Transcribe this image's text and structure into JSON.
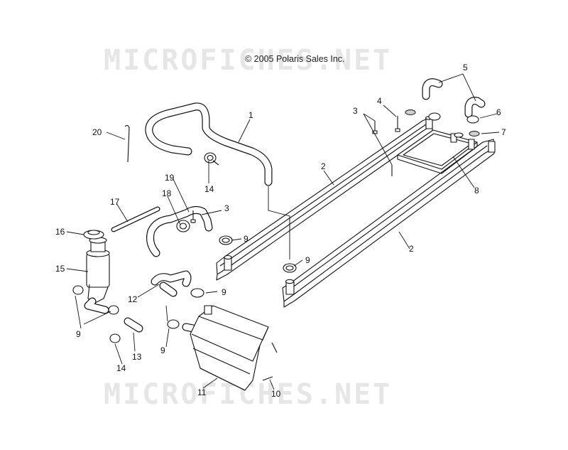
{
  "copyright": "© 2005 Polaris Sales Inc.",
  "watermark": "MICROFICHES.NET",
  "callouts": [
    {
      "id": "c1",
      "text": "1"
    },
    {
      "id": "c2a",
      "text": "2"
    },
    {
      "id": "c2b",
      "text": "2"
    },
    {
      "id": "c3a",
      "text": "3"
    },
    {
      "id": "c3b",
      "text": "3"
    },
    {
      "id": "c4",
      "text": "4"
    },
    {
      "id": "c5",
      "text": "5"
    },
    {
      "id": "c6",
      "text": "6"
    },
    {
      "id": "c7",
      "text": "7"
    },
    {
      "id": "c8",
      "text": "8"
    },
    {
      "id": "c9a",
      "text": "9"
    },
    {
      "id": "c9b",
      "text": "9"
    },
    {
      "id": "c9c",
      "text": "9"
    },
    {
      "id": "c9d",
      "text": "9"
    },
    {
      "id": "c9e",
      "text": "9"
    },
    {
      "id": "c10",
      "text": "10"
    },
    {
      "id": "c11",
      "text": "11"
    },
    {
      "id": "c12",
      "text": "12"
    },
    {
      "id": "c13",
      "text": "13"
    },
    {
      "id": "c14a",
      "text": "14"
    },
    {
      "id": "c14b",
      "text": "14"
    },
    {
      "id": "c15",
      "text": "15"
    },
    {
      "id": "c16",
      "text": "16"
    },
    {
      "id": "c17",
      "text": "17"
    },
    {
      "id": "c18",
      "text": "18"
    },
    {
      "id": "c19",
      "text": "19"
    },
    {
      "id": "c20",
      "text": "20"
    }
  ]
}
